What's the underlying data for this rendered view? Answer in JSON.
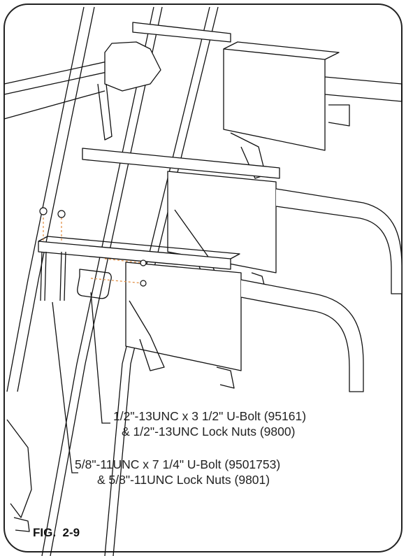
{
  "figure_label": "FIG.  2-9",
  "callouts": {
    "ubolt_half": {
      "line1": "1/2\"-13UNC x 3 1/2\" U-Bolt (95161)",
      "line2": "& 1/2\"-13UNC Lock Nuts (9800)"
    },
    "ubolt_five_eighths": {
      "line1": "5/8\"-11UNC x 7 1/4\" U-Bolt (9501753)",
      "line2": "& 5/8\"-11UNC Lock Nuts (9801)"
    }
  },
  "colors": {
    "line": "#111111",
    "hardware_highlight": "#e08a3c",
    "frame": "#222222"
  }
}
